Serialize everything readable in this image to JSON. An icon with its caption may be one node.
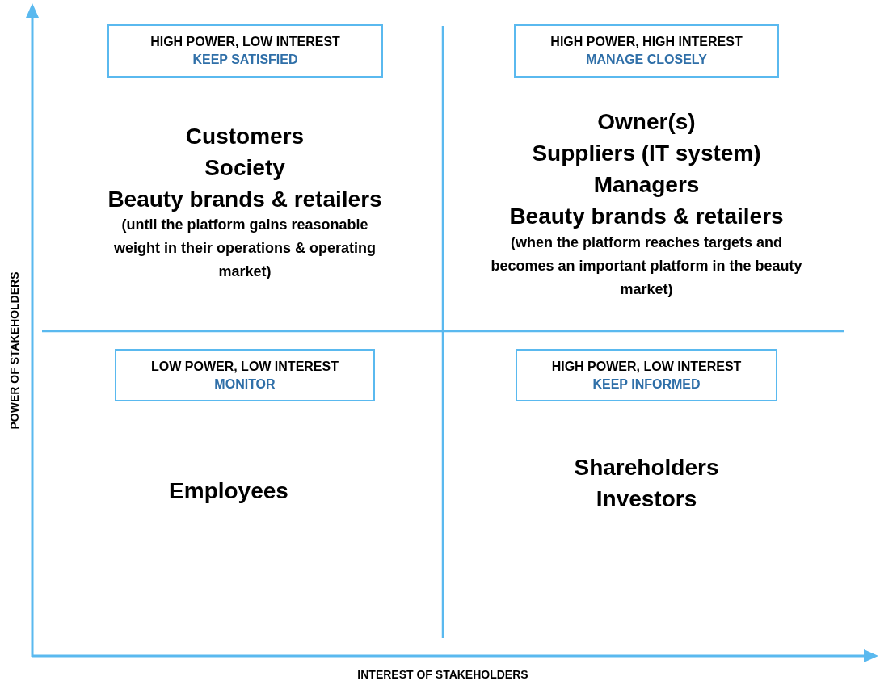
{
  "diagram": {
    "nodes": [
      {
        "text": [
          "HIGH POWER, LOW INTEREST",
          "KEEP SATISFIED"
        ]
      },
      {
        "text": [
          "HIGH POWER, HIGH INTEREST",
          "MANAGE CLOSELY"
        ]
      },
      {
        "text": [
          "LOW POWER, LOW INTEREST",
          "MONITOR"
        ]
      },
      {
        "text": [
          "HIGH POWER, LOW INTEREST",
          "KEEP INFORMED"
        ]
      }
    ],
    "labels": [
      "Customers",
      "Society",
      "Beauty brands & retailers",
      "(until the platform gains reasonable weight in their operations & operating market)",
      "Owner(s)",
      "Suppliers (IT system)",
      "Managers",
      "Beauty brands & retailers",
      "(when the platform reaches targets and becomes an important platform in the beauty market)",
      "Employees",
      "Shareholders",
      "Investors",
      "POWER OF STAKEHOLDERS",
      "INTEREST OF STAKEHOLDERS"
    ]
  }
}
